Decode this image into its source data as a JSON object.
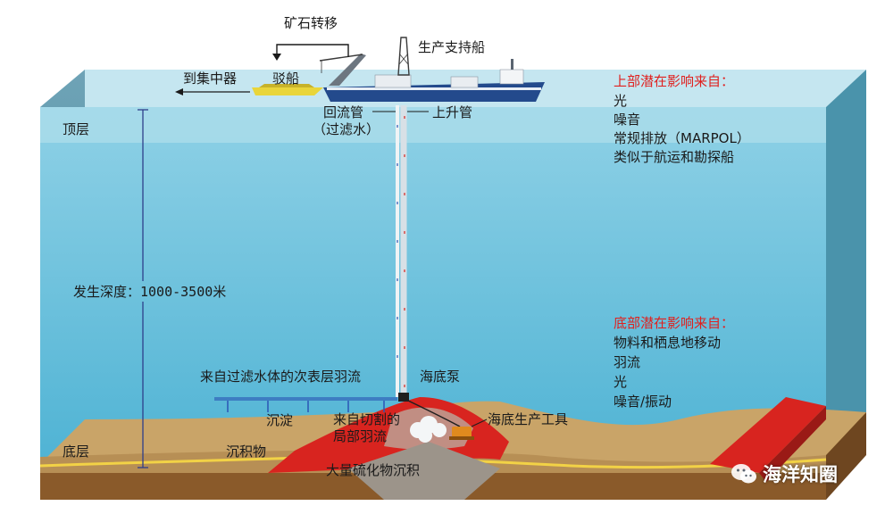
{
  "top_labels": {
    "ore_transfer": "矿石转移",
    "to_concentrator": "到集中器",
    "barge": "驳船",
    "support_vessel": "生产支持船",
    "return_pipe": "回流管",
    "filtered_water": "（过滤水）",
    "riser": "上升管"
  },
  "layers": {
    "top": "顶层",
    "bottom": "底层",
    "depth": "发生深度：1000-3500米"
  },
  "seafloor_labels": {
    "subsurface_plume": "来自过滤水体的次表层羽流",
    "seafloor_pump": "海底泵",
    "settling": "沉淀",
    "cutting_plume_line1": "来自切割的",
    "cutting_plume_line2": "局部羽流",
    "production_tool": "海底生产工具",
    "sediment": "沉积物",
    "sulfide_deposit": "大量硫化物沉积"
  },
  "upper_impacts": {
    "heading": "上部潜在影响来自：",
    "items": [
      "光",
      "噪音",
      "常规排放（MARPOL）",
      "类似于航运和勘探船"
    ]
  },
  "bottom_impacts": {
    "heading": "底部潜在影响来自：",
    "items": [
      "物料和栖息地移动",
      "羽流",
      "光",
      "噪音/振动"
    ]
  },
  "watermark": "海洋知圈",
  "colors": {
    "water": "#5fbfdc",
    "surface_layer": "#a9dcea",
    "sediment": "#c9a468",
    "sulfide": "#d8241f",
    "ship_hull": "#234a8c",
    "barge": "#e9d53a",
    "impact_heading": "#e0201e"
  }
}
